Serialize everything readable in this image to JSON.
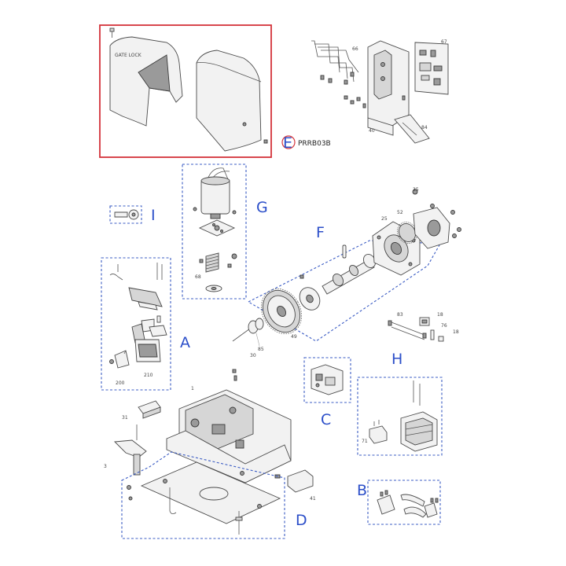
{
  "groups": {
    "A": "A",
    "B": "B",
    "C": "C",
    "D": "D",
    "E": "E",
    "F": "F",
    "G": "G",
    "H": "H",
    "I": "I"
  },
  "cover_code": "PRRB03B",
  "part_numbers": {
    "p66": "66",
    "p67": "67",
    "p40": "40",
    "p84": "84",
    "p35": "35",
    "p52": "52",
    "p25": "25",
    "p68": "68",
    "p49": "49",
    "p85": "85",
    "p30": "30",
    "p83": "83",
    "p18a": "18",
    "p76": "76",
    "p18b": "18",
    "p200": "200",
    "p210": "210",
    "p1": "1",
    "p31": "31",
    "p3": "3",
    "p41": "41",
    "p71": "71"
  },
  "colors": {
    "frame_blue": "#3b5cc4",
    "letter_blue": "#2c4fc9",
    "highlight_red": "#d4333a"
  }
}
